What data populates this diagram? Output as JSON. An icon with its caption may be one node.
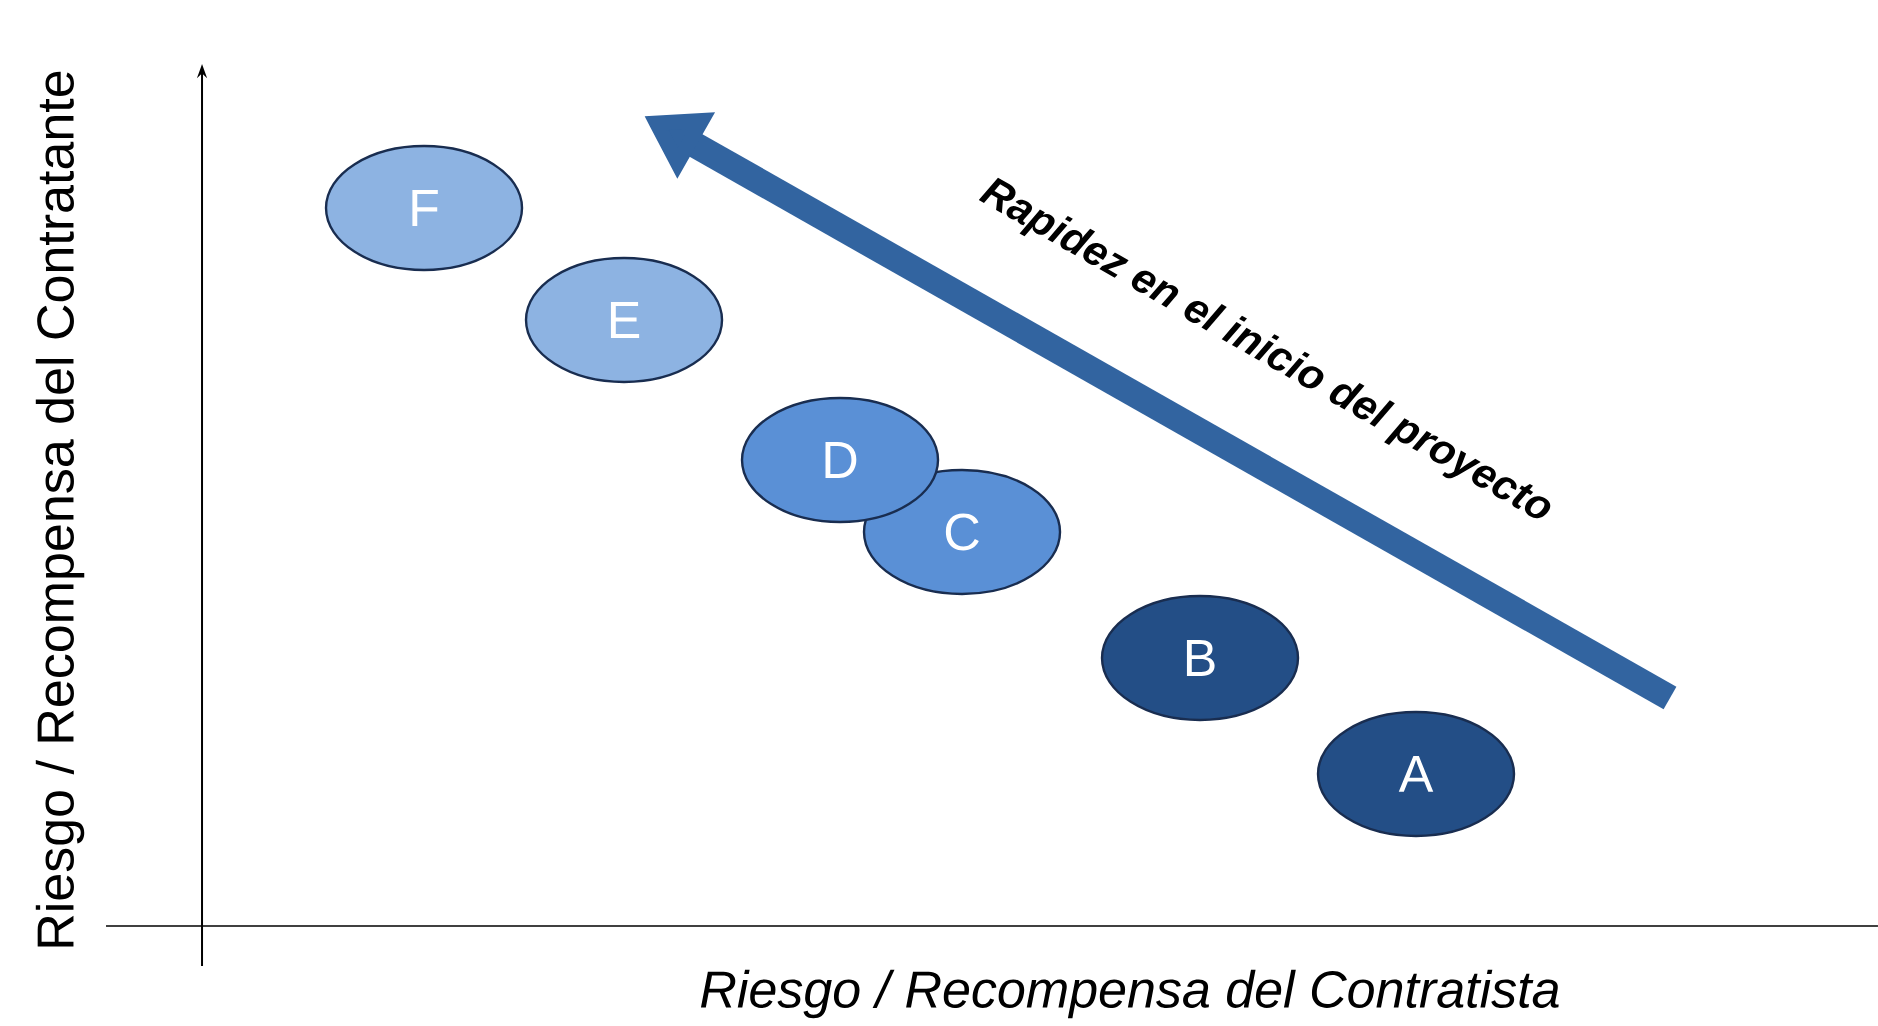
{
  "diagram": {
    "nodes": [
      {
        "text": [
          "F"
        ]
      },
      {
        "text": [
          "E"
        ]
      },
      {
        "text": [
          "D"
        ]
      },
      {
        "text": [
          "C"
        ]
      },
      {
        "text": [
          "B"
        ]
      },
      {
        "text": [
          "A"
        ]
      }
    ],
    "labels": [
      "Rapidez en el inicio del proyecto",
      "Riesgo / Recompensa del Contratante",
      "Riesgo / Recompensa del Contratista"
    ]
  }
}
